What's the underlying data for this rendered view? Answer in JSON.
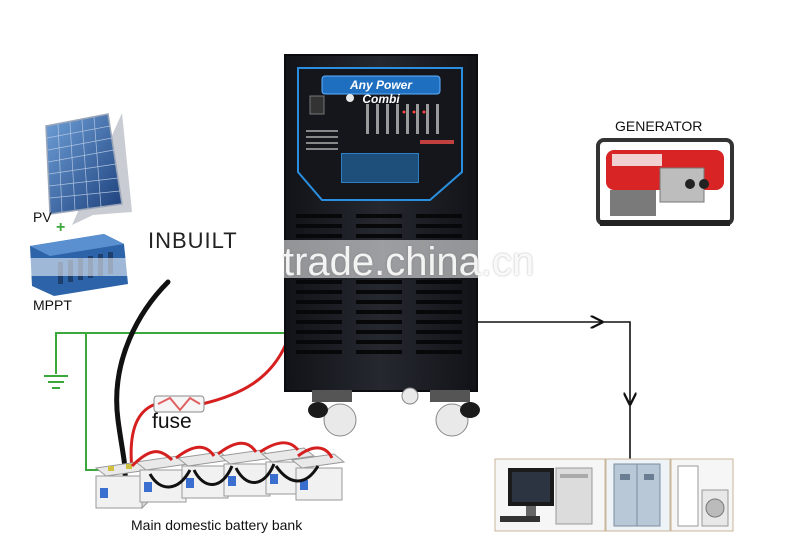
{
  "labels": {
    "pv": "PV",
    "mppt": "MPPT",
    "generator": "GENERATOR",
    "inbuilt": "INBUILT",
    "fuse": "fuse",
    "battery_bank": "Main domestic battery bank",
    "watermark": "trade.china.cn"
  },
  "inverter": {
    "brand": "Any Power Combi"
  },
  "colors": {
    "ground_wire": "#3aa83a",
    "positive_wire": "#d62020",
    "negative_wire": "#111111",
    "output_wire": "#111111",
    "inverter_body": "#1b1d22",
    "panel_accent": "#2b8fe0"
  }
}
